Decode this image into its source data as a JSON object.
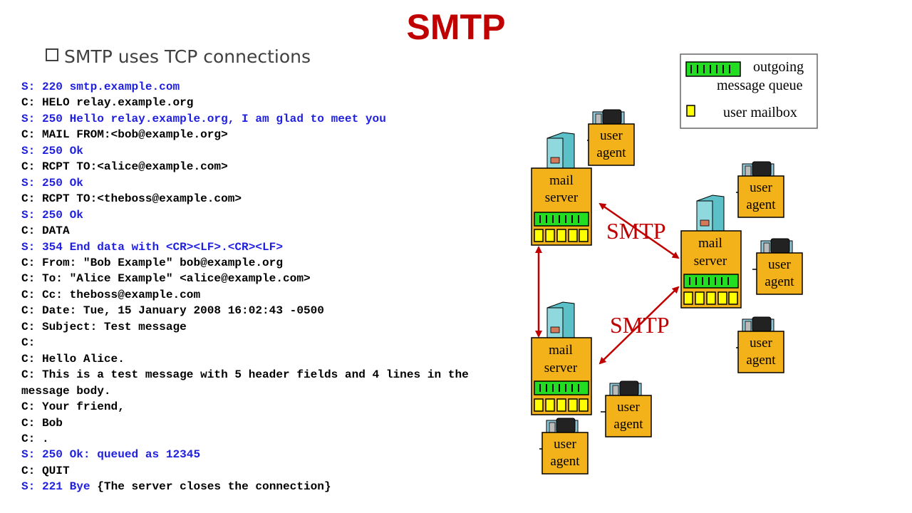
{
  "title": "SMTP",
  "bullet": "SMTP uses TCP connections",
  "transcript": [
    {
      "who": "S",
      "text": "S: 220 smtp.example.com"
    },
    {
      "who": "C",
      "text": "C: HELO relay.example.org"
    },
    {
      "who": "S",
      "text": "S: 250 Hello relay.example.org, I am glad to meet you"
    },
    {
      "who": "C",
      "text": "C: MAIL FROM:<bob@example.org>"
    },
    {
      "who": "S",
      "text": "S: 250 Ok"
    },
    {
      "who": "C",
      "text": "C: RCPT TO:<alice@example.com>"
    },
    {
      "who": "S",
      "text": "S: 250 Ok"
    },
    {
      "who": "C",
      "text": "C: RCPT TO:<theboss@example.com>"
    },
    {
      "who": "S",
      "text": "S: 250 Ok"
    },
    {
      "who": "C",
      "text": "C: DATA"
    },
    {
      "who": "S",
      "text": "S: 354 End data with <CR><LF>.<CR><LF>"
    },
    {
      "who": "C",
      "text": "C: From: \"Bob Example\" bob@example.org"
    },
    {
      "who": "C",
      "text": "C: To: \"Alice Example\" <alice@example.com>"
    },
    {
      "who": "C",
      "text": "C: Cc: theboss@example.com"
    },
    {
      "who": "C",
      "text": "C: Date: Tue, 15 January 2008 16:02:43 -0500"
    },
    {
      "who": "C",
      "text": "C: Subject: Test message"
    },
    {
      "who": "C",
      "text": "C:"
    },
    {
      "who": "C",
      "text": "C: Hello Alice."
    },
    {
      "who": "C",
      "text": "C: This is a test message with 5 header fields and 4 lines in the message body.",
      "wrap": true
    },
    {
      "who": "C",
      "text": "C: Your friend,"
    },
    {
      "who": "C",
      "text": "C: Bob"
    },
    {
      "who": "C",
      "text": "C: ."
    },
    {
      "who": "S",
      "text": "S: 250 Ok: queued as 12345"
    },
    {
      "who": "C",
      "text": "C: QUIT"
    },
    {
      "who": "S",
      "text": "S: 221 Bye",
      "extra": " {The server closes the connection}"
    }
  ],
  "legend": {
    "outgoing_line1": "outgoing",
    "outgoing_line2": "message queue",
    "mailbox": "user mailbox"
  },
  "diagram": {
    "mail_line1": "mail",
    "mail_line2": "server",
    "agent_line1": "user",
    "agent_line2": "agent",
    "smtp_label": "SMTP"
  },
  "colors": {
    "title": "#c00000",
    "server_reply": "#1f1fe0",
    "box_fill": "#f4b21a",
    "queue_fill": "#22dd22",
    "mailbox_fill": "#ffff00",
    "arrow": "#c00000"
  }
}
